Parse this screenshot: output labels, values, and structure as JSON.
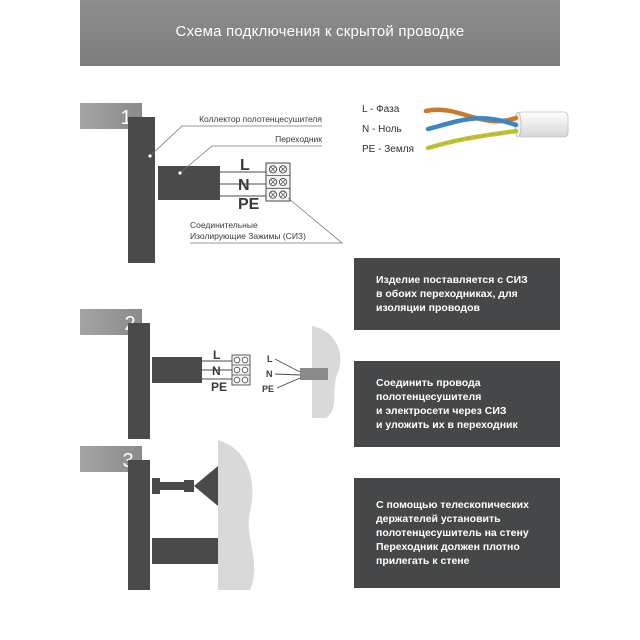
{
  "title": "Схема подключения к скрытой проводке",
  "steps": [
    {
      "number": "1"
    },
    {
      "number": "2"
    },
    {
      "number": "3"
    }
  ],
  "step1_labels": {
    "collector": "Коллектор полотенцесушителя",
    "adapter": "Переходник",
    "clamps_line1": "Соединительные",
    "clamps_line2": "Изолирующие Зажимы (СИЗ)"
  },
  "wire_letters": {
    "l": "L",
    "n": "N",
    "pe": "PE"
  },
  "legend": {
    "phase": "L - Фаза",
    "neutral": "N - Ноль",
    "ground": "PE - Земля"
  },
  "info_boxes": [
    {
      "lines": [
        "Изделие поставляется с СИЗ",
        "в обоих переходниках, для",
        "изоляции проводов"
      ]
    },
    {
      "lines": [
        "Соединить провода",
        "полотенцесушителя",
        "и электросети через СИЗ",
        "и уложить их в переходник"
      ]
    },
    {
      "lines": [
        "С помощью телескопических",
        "держателей установить",
        "полотенцесушитель на стену",
        "Переходник должен плотно",
        "прилегать к стене"
      ]
    }
  ],
  "colors": {
    "dark": "#464748",
    "header": "#848484",
    "step_tab": "#9a9a9a",
    "wall": "#d9d9d9",
    "wire_brown": "#c97a2c",
    "wire_blue": "#3d86c4",
    "wire_yellow_green": "#b8c43a"
  }
}
